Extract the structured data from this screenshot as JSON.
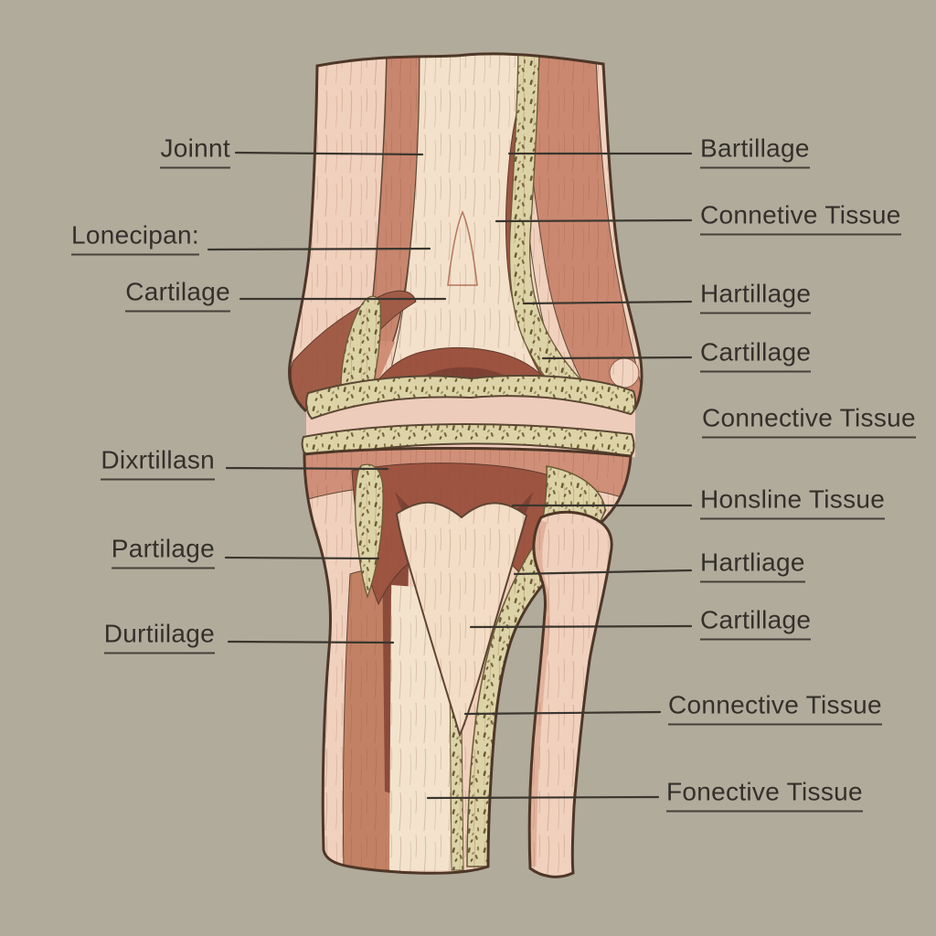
{
  "figure": {
    "type": "anatomical-diagram",
    "subject": "Knee joint cross-section illustration with labeled parts"
  },
  "colors": {
    "background": "#b1ab9c",
    "outline": "#4e3727",
    "bone_pink": "#f0d1bd",
    "bone_cream": "#f3e2cc",
    "muscle_rose": "#cb8870",
    "muscle_dark_red": "#9d5644",
    "muscle_deep_maroon": "#7c4133",
    "cartilage_tan": "#ddd3a8",
    "speckle": "#6b5d33",
    "joint_gap_pink": "#eeccbb",
    "label_text": "#33302a",
    "leader_line": "#3a362e"
  },
  "labels": {
    "left": [
      {
        "text": "Joinnt"
      },
      {
        "text": "Lonecipan:"
      },
      {
        "text": "Cartilage"
      },
      {
        "text": "Dixrtillasn"
      },
      {
        "text": "Partilage"
      },
      {
        "text": "Durtiilage"
      }
    ],
    "right": [
      {
        "text": "Bartillage"
      },
      {
        "text": "Connetive Tissue"
      },
      {
        "text": "Hartillage"
      },
      {
        "text": "Cartillage"
      },
      {
        "text": "Connective Tissue"
      },
      {
        "text": "Honsline Tissue"
      },
      {
        "text": "Hartliage"
      },
      {
        "text": "Cartillage"
      },
      {
        "text": "Connective Tissue"
      },
      {
        "text": "Fonective Tissue"
      }
    ]
  }
}
